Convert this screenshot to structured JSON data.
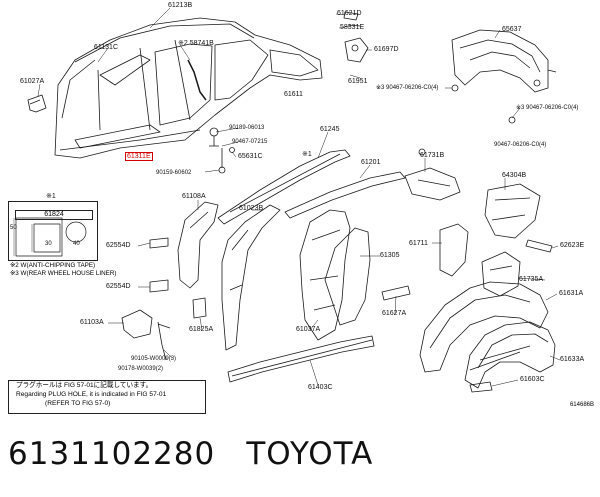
{
  "labels": {
    "p61213B": "61213B",
    "p61621D": "61621D",
    "p58331E": "58331E",
    "p65637": "65637",
    "p61131C": "61131C",
    "p58741B": "※2 58741B",
    "p61697D": "61697D",
    "p61027A": "61027A",
    "p61951": "61951",
    "p90467_a": "※3 90467-06206-C0(4)",
    "p61611": "61611",
    "p90467_b": "※3 90467-06206-C0(4)",
    "p61311E": "61311E",
    "p90189": "90189-06013",
    "p61245": "61245",
    "p90467_c": "90467-07215",
    "p90467_d": "90467-06206-C0(4)",
    "p65631C": "65631C",
    "p61731B": "61731B",
    "p90159": "90159-60602",
    "p61201": "61201",
    "p64304B": "64304B",
    "star1_top": "※1",
    "star1_a": "※1",
    "p61108A": "61108A",
    "p61023B": "61023B",
    "p62554D_a": "62554D",
    "p61711": "61711",
    "p62623E": "62623E",
    "p61305": "61305",
    "p61735A": "61735A",
    "p62554D_b": "62554D",
    "p61631A": "61631A",
    "p61627A": "61627A",
    "p61103A": "61103A",
    "p61825A": "61825A",
    "p61037A": "61037A",
    "p90105": "90105-W0009(3)",
    "p90178": "90178-W0039(2)",
    "p61633A": "61633A",
    "p61403C": "61403C",
    "p61603C": "61603C"
  },
  "tape_box": {
    "code": "61824",
    "dim_50": "50",
    "dim_30": "30",
    "dim_40": "40"
  },
  "notes": {
    "n2": "※2 W(ANTI-CHIPPING TAPE)",
    "n3": "※3 W(REAR WHEEL HOUSE LINER)"
  },
  "note_box": {
    "line1": "プラグホールは FIG 57-01に記載しています。",
    "line2": "Regarding PLUG HOLE, it is indicated in FIG 57-01",
    "line3": "(REFER TO FIG 57-0)"
  },
  "ref_code": "614686B",
  "footer": {
    "part_number": "6131102280",
    "brand": "TOYOTA"
  },
  "colors": {
    "line": "#1a1a1a",
    "highlight": "#d40000"
  }
}
